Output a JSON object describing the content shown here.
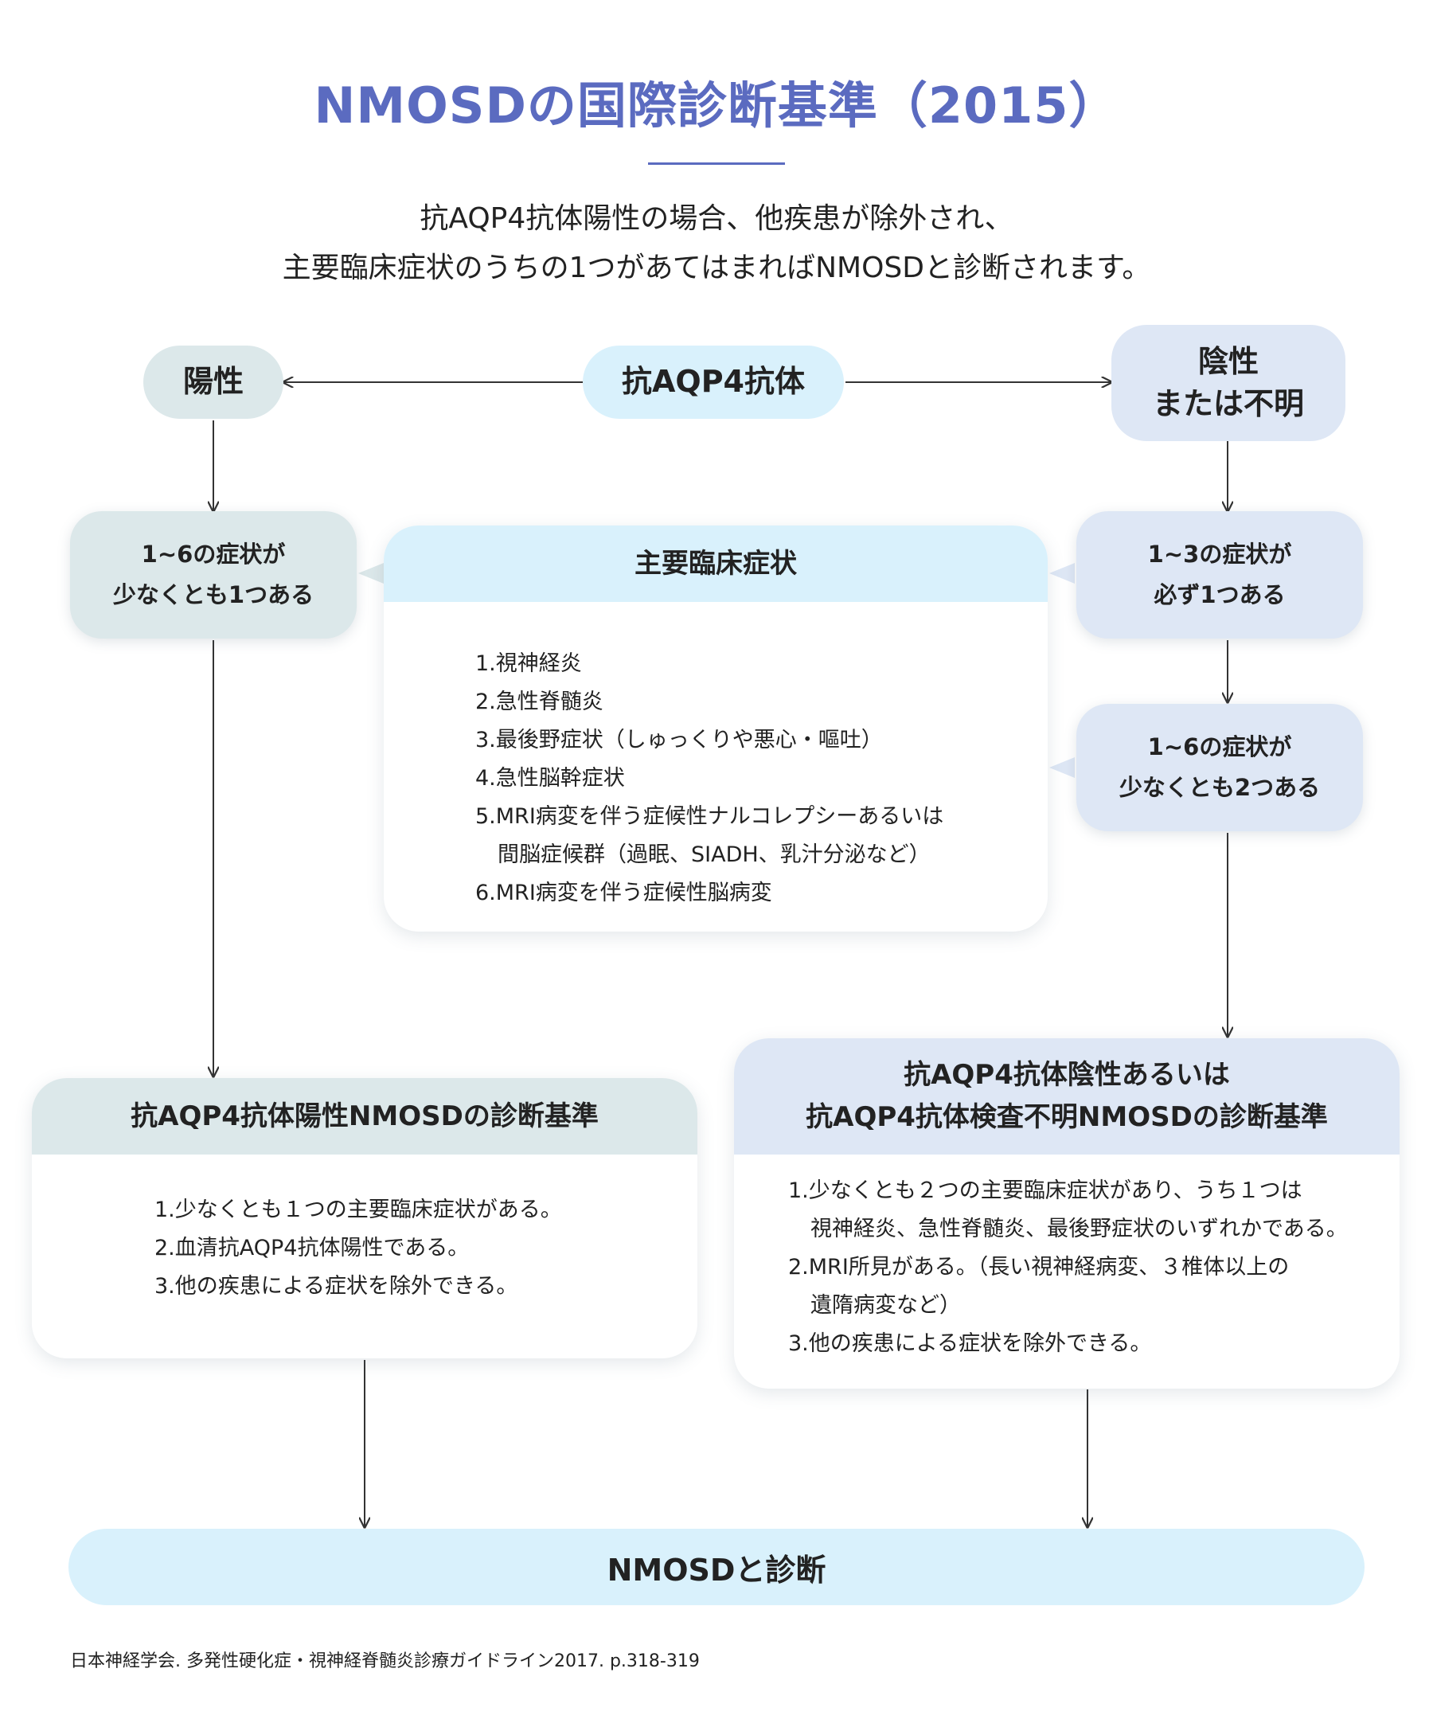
{
  "title": "NMOSDの国際診断基準（2015）",
  "intro": [
    "抗AQP4抗体陽性の場合、他疾患が除外され、",
    "主要臨床症状のうちの1つがあてはまればNMOSDと診断されます。"
  ],
  "antibody": "抗AQP4抗体",
  "positive": "陽性",
  "negative": [
    "陰性",
    "または不明"
  ],
  "left_condition": [
    "1~6の症状が",
    "少なくとも1つある"
  ],
  "right_condition_1": [
    "1~3の症状が",
    "必ず1つある"
  ],
  "right_condition_2": [
    "1~6の症状が",
    "少なくとも2つある"
  ],
  "symptoms": {
    "title": "主要臨床症状",
    "lines": [
      "1.視神経炎",
      "2.急性脊髄炎",
      "3.最後野症状（しゅっくりや悪心・嘔吐）",
      "4.急性脳幹症状",
      "5.MRI病変を伴う症候性ナルコレプシーあるいは",
      "間脳症候群（過眠、SIADH、乳汁分泌など）",
      "6.MRI病変を伴う症候性脳病変"
    ]
  },
  "positive_criteria": {
    "title": "抗AQP4抗体陽性NMOSDの診断基準",
    "lines": [
      "1.少なくとも１つの主要臨床症状がある。",
      "2.血清抗AQP4抗体陽性である。",
      "3.他の疾患による症状を除外できる。"
    ]
  },
  "negative_criteria": {
    "title": [
      "抗AQP4抗体陰性あるいは",
      "抗AQP4抗体検査不明NMOSDの診断基準"
    ],
    "lines": [
      "1.少なくとも２つの主要臨床症状があり、うち１つは",
      "視神経炎、急性脊髄炎、最後野症状のいずれかである。",
      "2.MRI所見がある。（長い視神経病変、３椎体以上の",
      "遺隋病変など）",
      "3.他の疾患による症状を除外できる。"
    ]
  },
  "final": "NMOSDと診断",
  "footer": "日本神経学会. 多発性硬化症・視神経脊髄炎診療ガイドライン2017. p.318-319",
  "colors": {
    "title": "#5b6bc0",
    "mint": "#dce8ea",
    "sky": "#d9f1fc",
    "lavender": "#dee7f5",
    "line": "#333333"
  }
}
